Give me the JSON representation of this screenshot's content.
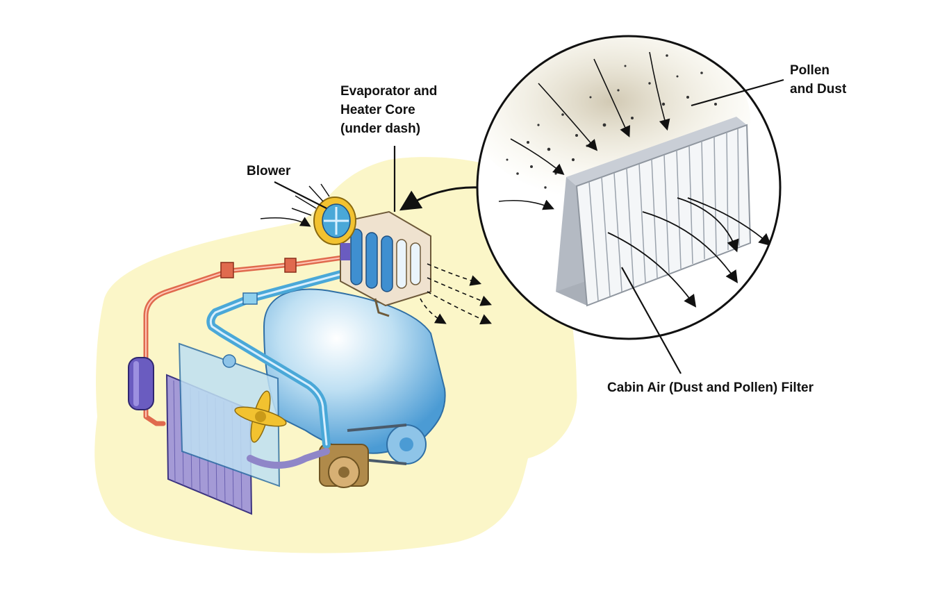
{
  "labels": {
    "blower": "Blower",
    "evaporator": {
      "line1": "Evaporator and",
      "line2": "Heater Core",
      "line3": "(under dash)"
    },
    "pollen": {
      "line1": "Pollen",
      "line2": "and Dust"
    },
    "filter": "Cabin Air (Dust and Pollen) Filter"
  },
  "colors": {
    "car_silhouette": "#fbf6c8",
    "hot_line": "#e06a4e",
    "cold_line": "#4aa8d8",
    "component_blue": "#3f8fd0",
    "radiator": "#8f86c8",
    "fan": "#f2c230",
    "compressor": "#b08a4a",
    "filter_frame": "#dfe3e8",
    "dust": "#c9bfa6"
  }
}
